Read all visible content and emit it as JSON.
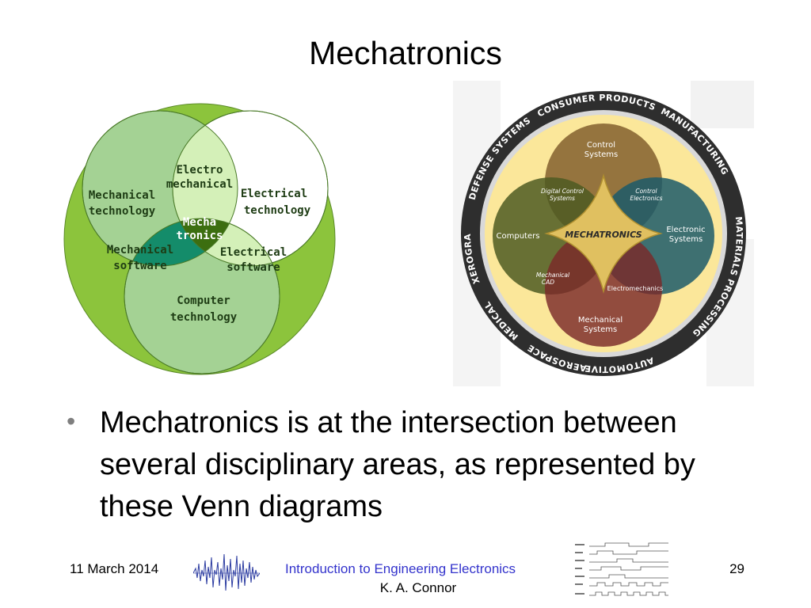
{
  "slide": {
    "title": "Mechatronics",
    "bullet": "Mechatronics is at the intersection between several disciplinary areas, as represented by these Venn diagrams"
  },
  "left_venn": {
    "labels": {
      "mechanical_technology_1": "Mechanical",
      "mechanical_technology_2": "technology",
      "electrical_technology_1": "Electrical",
      "electrical_technology_2": "technology",
      "computer_technology_1": "Computer",
      "computer_technology_2": "technology",
      "electromechanical_1": "Electro",
      "electromechanical_2": "mechanical",
      "mechanical_software_1": "Mechanical",
      "mechanical_software_2": "software",
      "electrical_software_1": "Electrical",
      "electrical_software_2": "software",
      "mechatronics_1": "Mecha",
      "mechatronics_2": "tronics"
    },
    "colors": {
      "outer": "#8cc43c",
      "mechanical": "#a4d294",
      "electrical": "#ffffff",
      "computer": "#a4d294",
      "center": "#3c6e10",
      "teal": "#148c6a"
    }
  },
  "right_venn": {
    "ring_labels": {
      "automotive": "AUTOMOTIVE",
      "aerospace": "AEROSPACE",
      "medical": "MEDICAL",
      "xerography": "XEROGRAPHY",
      "defense": "DEFENSE SYSTEMS",
      "consumer": "CONSUMER PRODUCTS",
      "manufacturing": "MANUFACTURING",
      "materials": "MATERIALS PROCESSING"
    },
    "circle_labels": {
      "control_systems_1": "Control",
      "control_systems_2": "Systems",
      "electronic_systems_1": "Electronic",
      "electronic_systems_2": "Systems",
      "mechanical_systems_1": "Mechanical",
      "mechanical_systems_2": "Systems",
      "computers": "Computers"
    },
    "overlap_labels": {
      "digital_control_1": "Digital Control",
      "digital_control_2": "Systems",
      "control_electronics_1": "Control",
      "control_electronics_2": "Electronics",
      "mechanical_cad_1": "Mechanical",
      "mechanical_cad_2": "CAD",
      "electromechanics": "Electromechanics"
    },
    "center_label": "MECHATRONICS",
    "colors": {
      "ring": "#2e2e2e",
      "background": "#fbe79a",
      "control": "#8c6a36",
      "electronic": "#1c5a6a",
      "mechanical": "#7a2a2a",
      "computers": "#4e5a22",
      "center": "#e0c060"
    }
  },
  "footer": {
    "date": "11 March 2014",
    "course": "Introduction to Engineering Electronics",
    "author": "K. A. Connor",
    "page": "29"
  }
}
